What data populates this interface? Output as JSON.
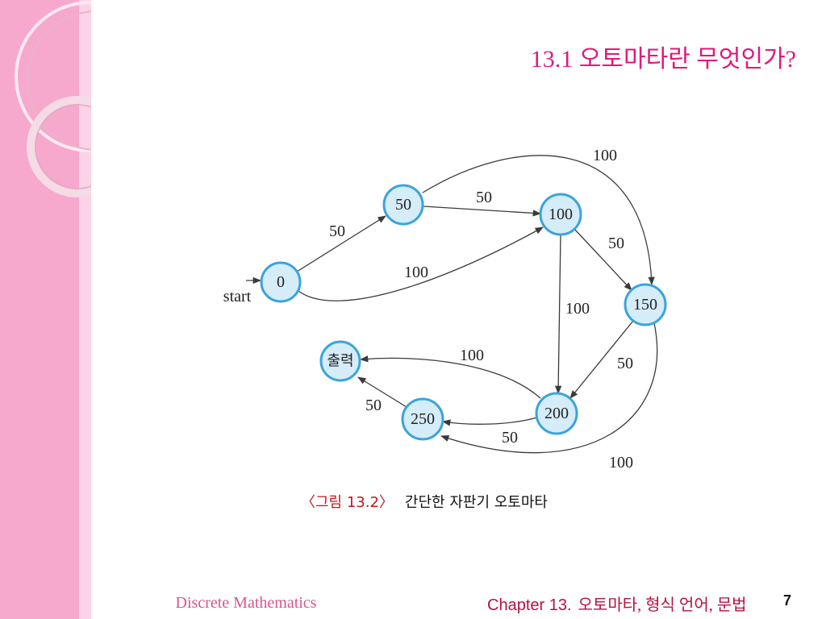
{
  "slide": {
    "title": "13.1 오토마타란 무엇인가?",
    "page_number": "7"
  },
  "diagram": {
    "start_label": "start",
    "states": [
      {
        "id": "0",
        "label": "0"
      },
      {
        "id": "50",
        "label": "50"
      },
      {
        "id": "100",
        "label": "100"
      },
      {
        "id": "150",
        "label": "150"
      },
      {
        "id": "200",
        "label": "200"
      },
      {
        "id": "250",
        "label": "250"
      },
      {
        "id": "output",
        "label": "출력"
      }
    ],
    "transitions": [
      {
        "from": "0",
        "to": "50",
        "label": "50"
      },
      {
        "from": "0",
        "to": "100",
        "label": "100"
      },
      {
        "from": "50",
        "to": "100",
        "label": "50"
      },
      {
        "from": "50",
        "to": "150",
        "label": "100"
      },
      {
        "from": "100",
        "to": "150",
        "label": "50"
      },
      {
        "from": "100",
        "to": "200",
        "label": "100"
      },
      {
        "from": "150",
        "to": "200",
        "label": "50"
      },
      {
        "from": "150",
        "to": "250",
        "label": "100"
      },
      {
        "from": "200",
        "to": "250",
        "label": "50"
      },
      {
        "from": "200",
        "to": "output",
        "label": "100"
      },
      {
        "from": "250",
        "to": "output",
        "label": "50"
      }
    ]
  },
  "caption": {
    "figure_ref": "〈그림 13.2〉",
    "text": "간단한 자판기 오토마타"
  },
  "footer": {
    "course": "Discrete Mathematics",
    "chapter": "Chapter 13.",
    "chapter_title": "오토마타, 형식 언어, 문법"
  },
  "colors": {
    "title": "#e0197a",
    "sidebar": "#f7a8cd",
    "node_fill": "#d5ecf9",
    "node_stroke": "#3ba3dc",
    "caption_ref": "#c4161c"
  }
}
